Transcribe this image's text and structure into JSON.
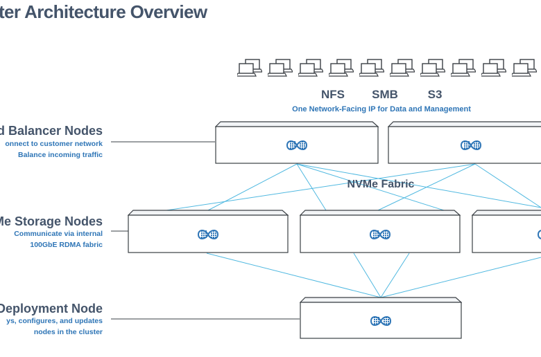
{
  "title": "ter Architecture Overview",
  "protocols": [
    "NFS",
    "SMB",
    "S3"
  ],
  "subtitle": "One Network-Facing IP for Data and Management",
  "fabric_label": "NVMe Fabric",
  "tiers": {
    "load_balancer": {
      "heading": "ad Balancer Nodes",
      "lines": [
        "onnect to customer network",
        "Balance incoming traffic"
      ]
    },
    "storage": {
      "heading": "Me Storage Nodes",
      "lines": [
        "Communicate  via internal",
        "100GbE RDMA fabric"
      ]
    },
    "deployment": {
      "heading": "Deployment Node",
      "lines": [
        "ys, configures, and updates",
        "nodes in the cluster"
      ]
    }
  },
  "icons": {
    "client": "laptop-icon",
    "node_logo": "infinity-grid-logo-icon"
  },
  "colors": {
    "heading": "#44546a",
    "accent": "#2e75b6",
    "fabric_line": "#4fb8e0",
    "box_stroke": "#3a3f44"
  }
}
